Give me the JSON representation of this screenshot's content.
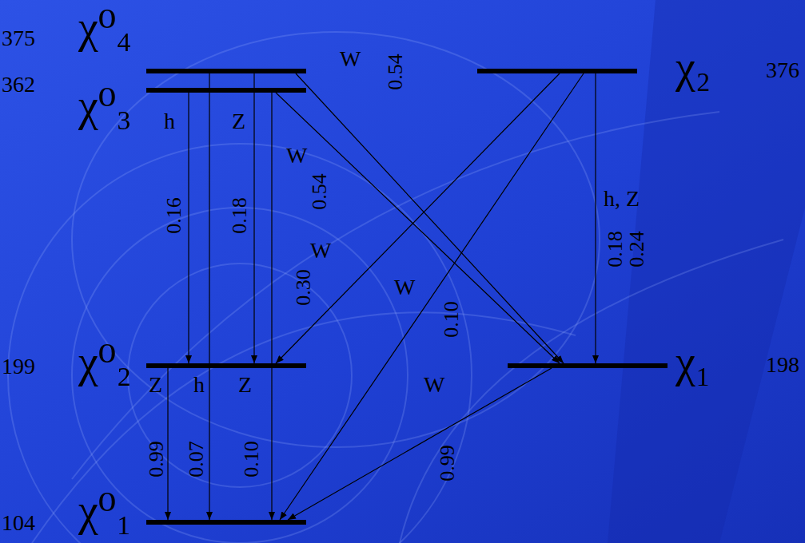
{
  "diagram": {
    "nodes": [
      {
        "text": [
          "375",
          "χ⁰₄"
        ]
      },
      {
        "text": [
          "362",
          "χ⁰₃"
        ]
      },
      {
        "text": [
          "χ₂",
          "376"
        ]
      },
      {
        "text": [
          "199",
          "χ⁰₂"
        ]
      },
      {
        "text": [
          "χ₁",
          "198"
        ]
      },
      {
        "text": [
          "104",
          "χ⁰₁"
        ]
      }
    ],
    "edges": [
      {
        "from": 1,
        "to": 3,
        "arrow": "to",
        "label": "0.16"
      },
      {
        "from": 0,
        "to": 5,
        "arrow": "to",
        "label": "0.07"
      },
      {
        "from": 0,
        "to": 3,
        "arrow": "to",
        "label": "0.18"
      },
      {
        "from": 1,
        "to": 5,
        "arrow": "to",
        "label": "0.10"
      },
      {
        "from": 0,
        "to": 4,
        "arrow": "to",
        "label": "0.54"
      },
      {
        "from": 1,
        "to": 4,
        "arrow": "to",
        "label": "0.54"
      },
      {
        "from": 2,
        "to": 3,
        "arrow": "to",
        "label": "0.30"
      },
      {
        "from": 2,
        "to": 5,
        "arrow": "to",
        "label": "0.10"
      },
      {
        "from": 2,
        "to": 4,
        "arrow": "to",
        "label": "0.18"
      },
      {
        "from": 4,
        "to": 5,
        "arrow": "to",
        "label": "0.99"
      },
      {
        "from": 3,
        "to": 5,
        "arrow": "to",
        "label": "0.99"
      }
    ],
    "labels": [
      "h",
      "Z",
      "W",
      "W",
      "h, Z",
      "0.24",
      "W",
      "W",
      "Z",
      "h",
      "Z",
      "W"
    ]
  }
}
